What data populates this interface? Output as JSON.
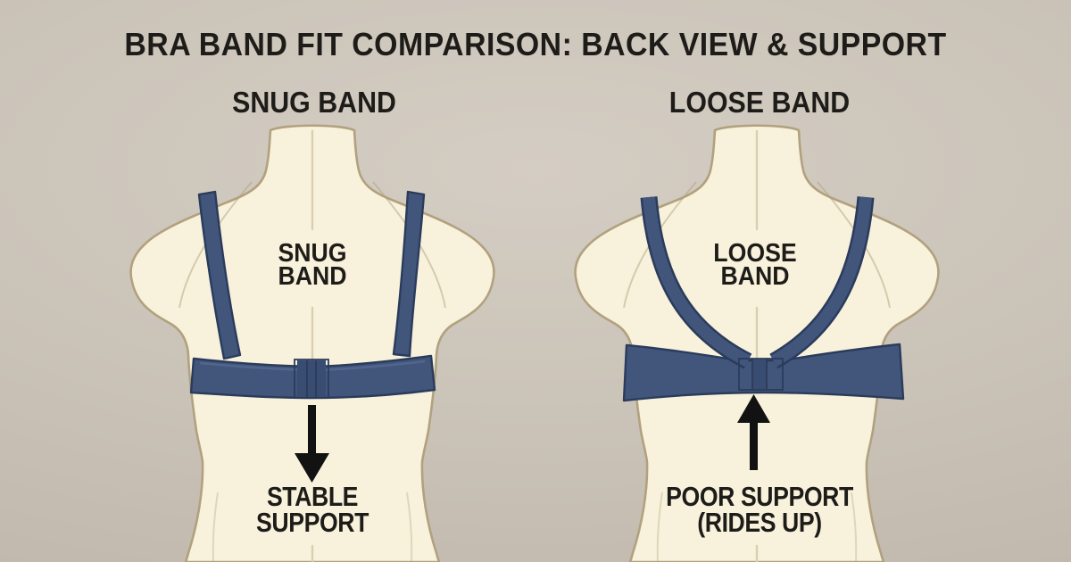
{
  "title": "BRA BAND FIT COMPARISON: BACK VIEW & SUPPORT",
  "panels": {
    "left": {
      "subtitle": "SNUG BAND",
      "band_label": {
        "line1": "SNUG",
        "line2": "BAND"
      },
      "result": {
        "line1": "STABLE",
        "line2": "SUPPORT"
      },
      "arrow_direction": "down"
    },
    "right": {
      "subtitle": "LOOSE BAND",
      "band_label": {
        "line1": "LOOSE",
        "line2": "BAND"
      },
      "result": {
        "line1": "POOR SUPPORT",
        "line2": "(RIDES UP)"
      },
      "arrow_direction": "up"
    }
  },
  "colors": {
    "background": "#cbc4b9",
    "background_edge": "#bfb6ab",
    "background_light": "#d4cdc3",
    "torso_fill": "#f8f2dc",
    "torso_outline": "#b2a17f",
    "spine_line": "#d9cfb0",
    "band_navy": "#42567c",
    "band_outline": "#2b3b5b",
    "clasp_dark": "#394d72",
    "text": "#1e1c19",
    "arrow": "#121212"
  }
}
